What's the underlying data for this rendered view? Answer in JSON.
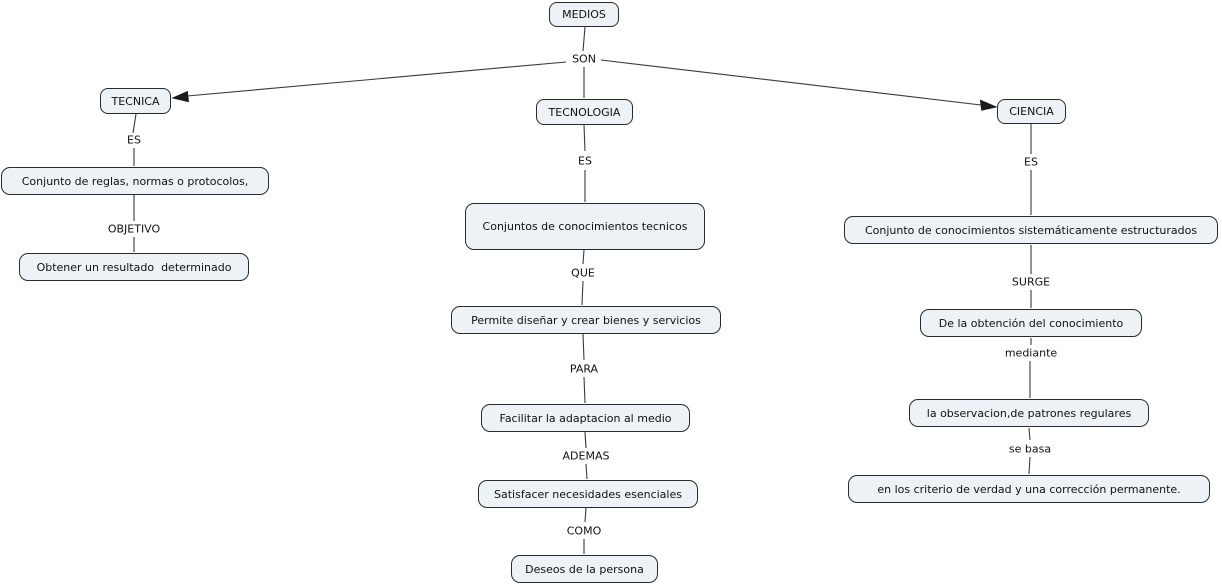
{
  "colors": {
    "background": "#ffffff",
    "node_fill": "#ecf2f5",
    "node_border": "#2a2a2a",
    "connector_line": "#3a3a3a",
    "arrowhead": "#1a1a1a",
    "text": "#111111"
  },
  "concept_map": {
    "root": "MEDIOS",
    "root_link": "SON",
    "branches": {
      "tecnica": {
        "title": "TECNICA",
        "links": [
          "ES",
          "OBJETIVO"
        ],
        "nodes": [
          "Conjunto de reglas, normas o protocolos,",
          "Obtener un resultado  determinado"
        ]
      },
      "tecnologia": {
        "title": "TECNOLOGIA",
        "links": [
          "ES",
          "QUE",
          "PARA",
          "ADEMAS",
          "COMO"
        ],
        "nodes": [
          "Conjuntos de conocimientos tecnicos",
          "Permite diseñar y crear bienes y servicios",
          "Facilitar la adaptacion al medio",
          "Satisfacer necesidades esenciales",
          "Deseos de la persona"
        ]
      },
      "ciencia": {
        "title": "CIENCIA",
        "links": [
          "ES",
          "SURGE",
          "mediante",
          "se basa"
        ],
        "nodes": [
          "Conjunto de conocimientos sistemáticamente estructurados",
          "De la obtención del conocimiento",
          "la observacion,de patrones regulares",
          "en los criterio de verdad y una corrección permanente."
        ]
      }
    }
  }
}
